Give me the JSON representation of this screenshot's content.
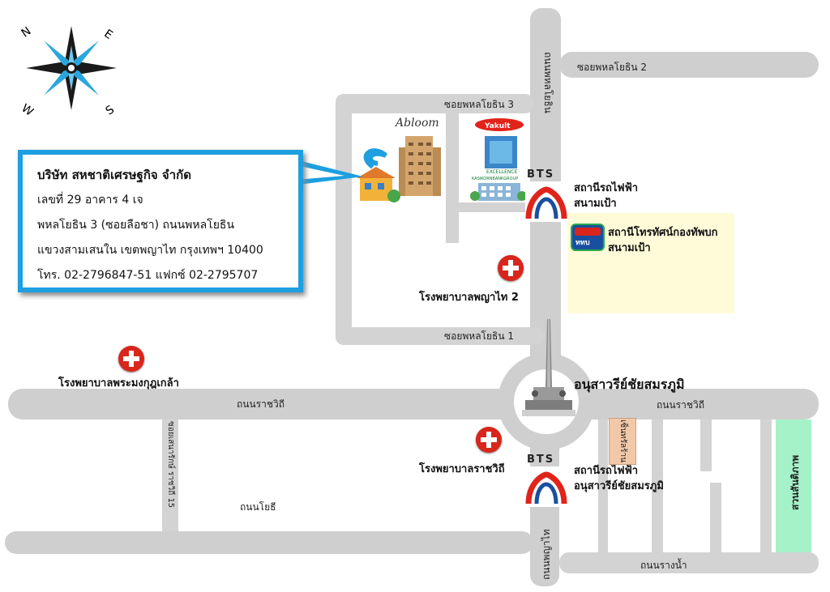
{
  "compass": {
    "n": "N",
    "e": "E",
    "s": "S",
    "w": "W"
  },
  "company": {
    "name": "บริษัท สหชาติเศรษฐกิจ จำกัด",
    "address1": "เลขที่ 29 อาคาร 4 เจ",
    "address2": "พหลโยธิน 3 (ซอยลือชา) ถนนพหลโยธิน",
    "address3": "แขวงสามเสนใน เขตพญาไท กรุงเทพฯ 10400",
    "phone": "โทร. 02-2796847-51  แฟกซ์ 02-2795707"
  },
  "roads": {
    "phahon_soi2": "ซอยพหลโยธิน 2",
    "phahon_soi3": "ซอยพหลโยธิน 3",
    "phahon_soi1": "ซอยพหลโยธิน 1",
    "phahonyothin": "ถนนพหลโยธิน",
    "ratchawithi_left": "ถนนราชวิถี",
    "ratchawithi_right": "ถนนราชวิถี",
    "yothi": "ถนนโยธี",
    "phayathai": "ถนนพญาไท",
    "rang_nam": "ถนนรางน้ำ",
    "ratchawithi_soi15": "ซอยเสนารักษ์ ราชวิถี 15"
  },
  "places": {
    "bts_sanam_pao": "สถานีรถไฟฟ้า\nสนามเป้า",
    "bts_victory": "สถานีรถไฟฟ้า\nอนุสาวรีย์ชัยสมรภูมิ",
    "tv5": "สถานีโทรทัศน์กองทัพบก\nสนามเป้า",
    "phyathai2": "โรงพยาบาลพญาไท 2",
    "phramongkut": "โรงพยาบาลพระมงกุฎเกล้า",
    "rajavithi": "โรงพยาบาลราชวิถี",
    "victory_monument": "อนุสาวรีย์ชัยสมรภูมิ",
    "park": "สวนสันติภาพ",
    "shop": "เซ็นทรัลร้าน",
    "abloom": "Abloom",
    "yakult": "Yakult",
    "kbank": "KASIKORNBANKGROUP",
    "excellence": "EXCELLENCE",
    "bts_mark": "BTS",
    "tv5_mark": "ททบ"
  },
  "colors": {
    "road": "#cfcfcf",
    "info_border": "#1d9fe0",
    "hospital": "#d9251c",
    "bts_red": "#e0241b",
    "bts_blue": "#1a4fa0",
    "tv_zone": "#fffbd9",
    "park": "#a6f2c8"
  },
  "icons": [
    "compass-rose-icon",
    "hospital-cross-icon",
    "bts-logo-icon",
    "tv5-logo-icon",
    "building-icon",
    "monument-icon"
  ]
}
